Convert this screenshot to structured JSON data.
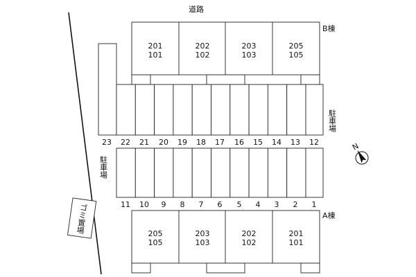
{
  "road_label": "道路",
  "building_b": {
    "label": "B棟",
    "units": [
      {
        "upper": "201",
        "lower": "101"
      },
      {
        "upper": "202",
        "lower": "102"
      },
      {
        "upper": "203",
        "lower": "103"
      },
      {
        "upper": "205",
        "lower": "105"
      }
    ]
  },
  "building_a": {
    "label": "A棟",
    "units": [
      {
        "upper": "205",
        "lower": "105"
      },
      {
        "upper": "203",
        "lower": "103"
      },
      {
        "upper": "202",
        "lower": "102"
      },
      {
        "upper": "201",
        "lower": "101"
      }
    ]
  },
  "parking_right_label": "駐車場",
  "parking_left_label": "駐車場",
  "garbage_label": "ゴミ置場",
  "parking_upper_numbers": [
    "23",
    "22",
    "21",
    "20",
    "19",
    "18",
    "17",
    "16",
    "15",
    "14",
    "13",
    "12"
  ],
  "parking_lower_numbers": [
    "11",
    "10",
    "9",
    "8",
    "7",
    "6",
    "5",
    "4",
    "3",
    "2",
    "1"
  ],
  "compass_label": "N",
  "icons": {
    "compass": "north-arrow-icon"
  }
}
